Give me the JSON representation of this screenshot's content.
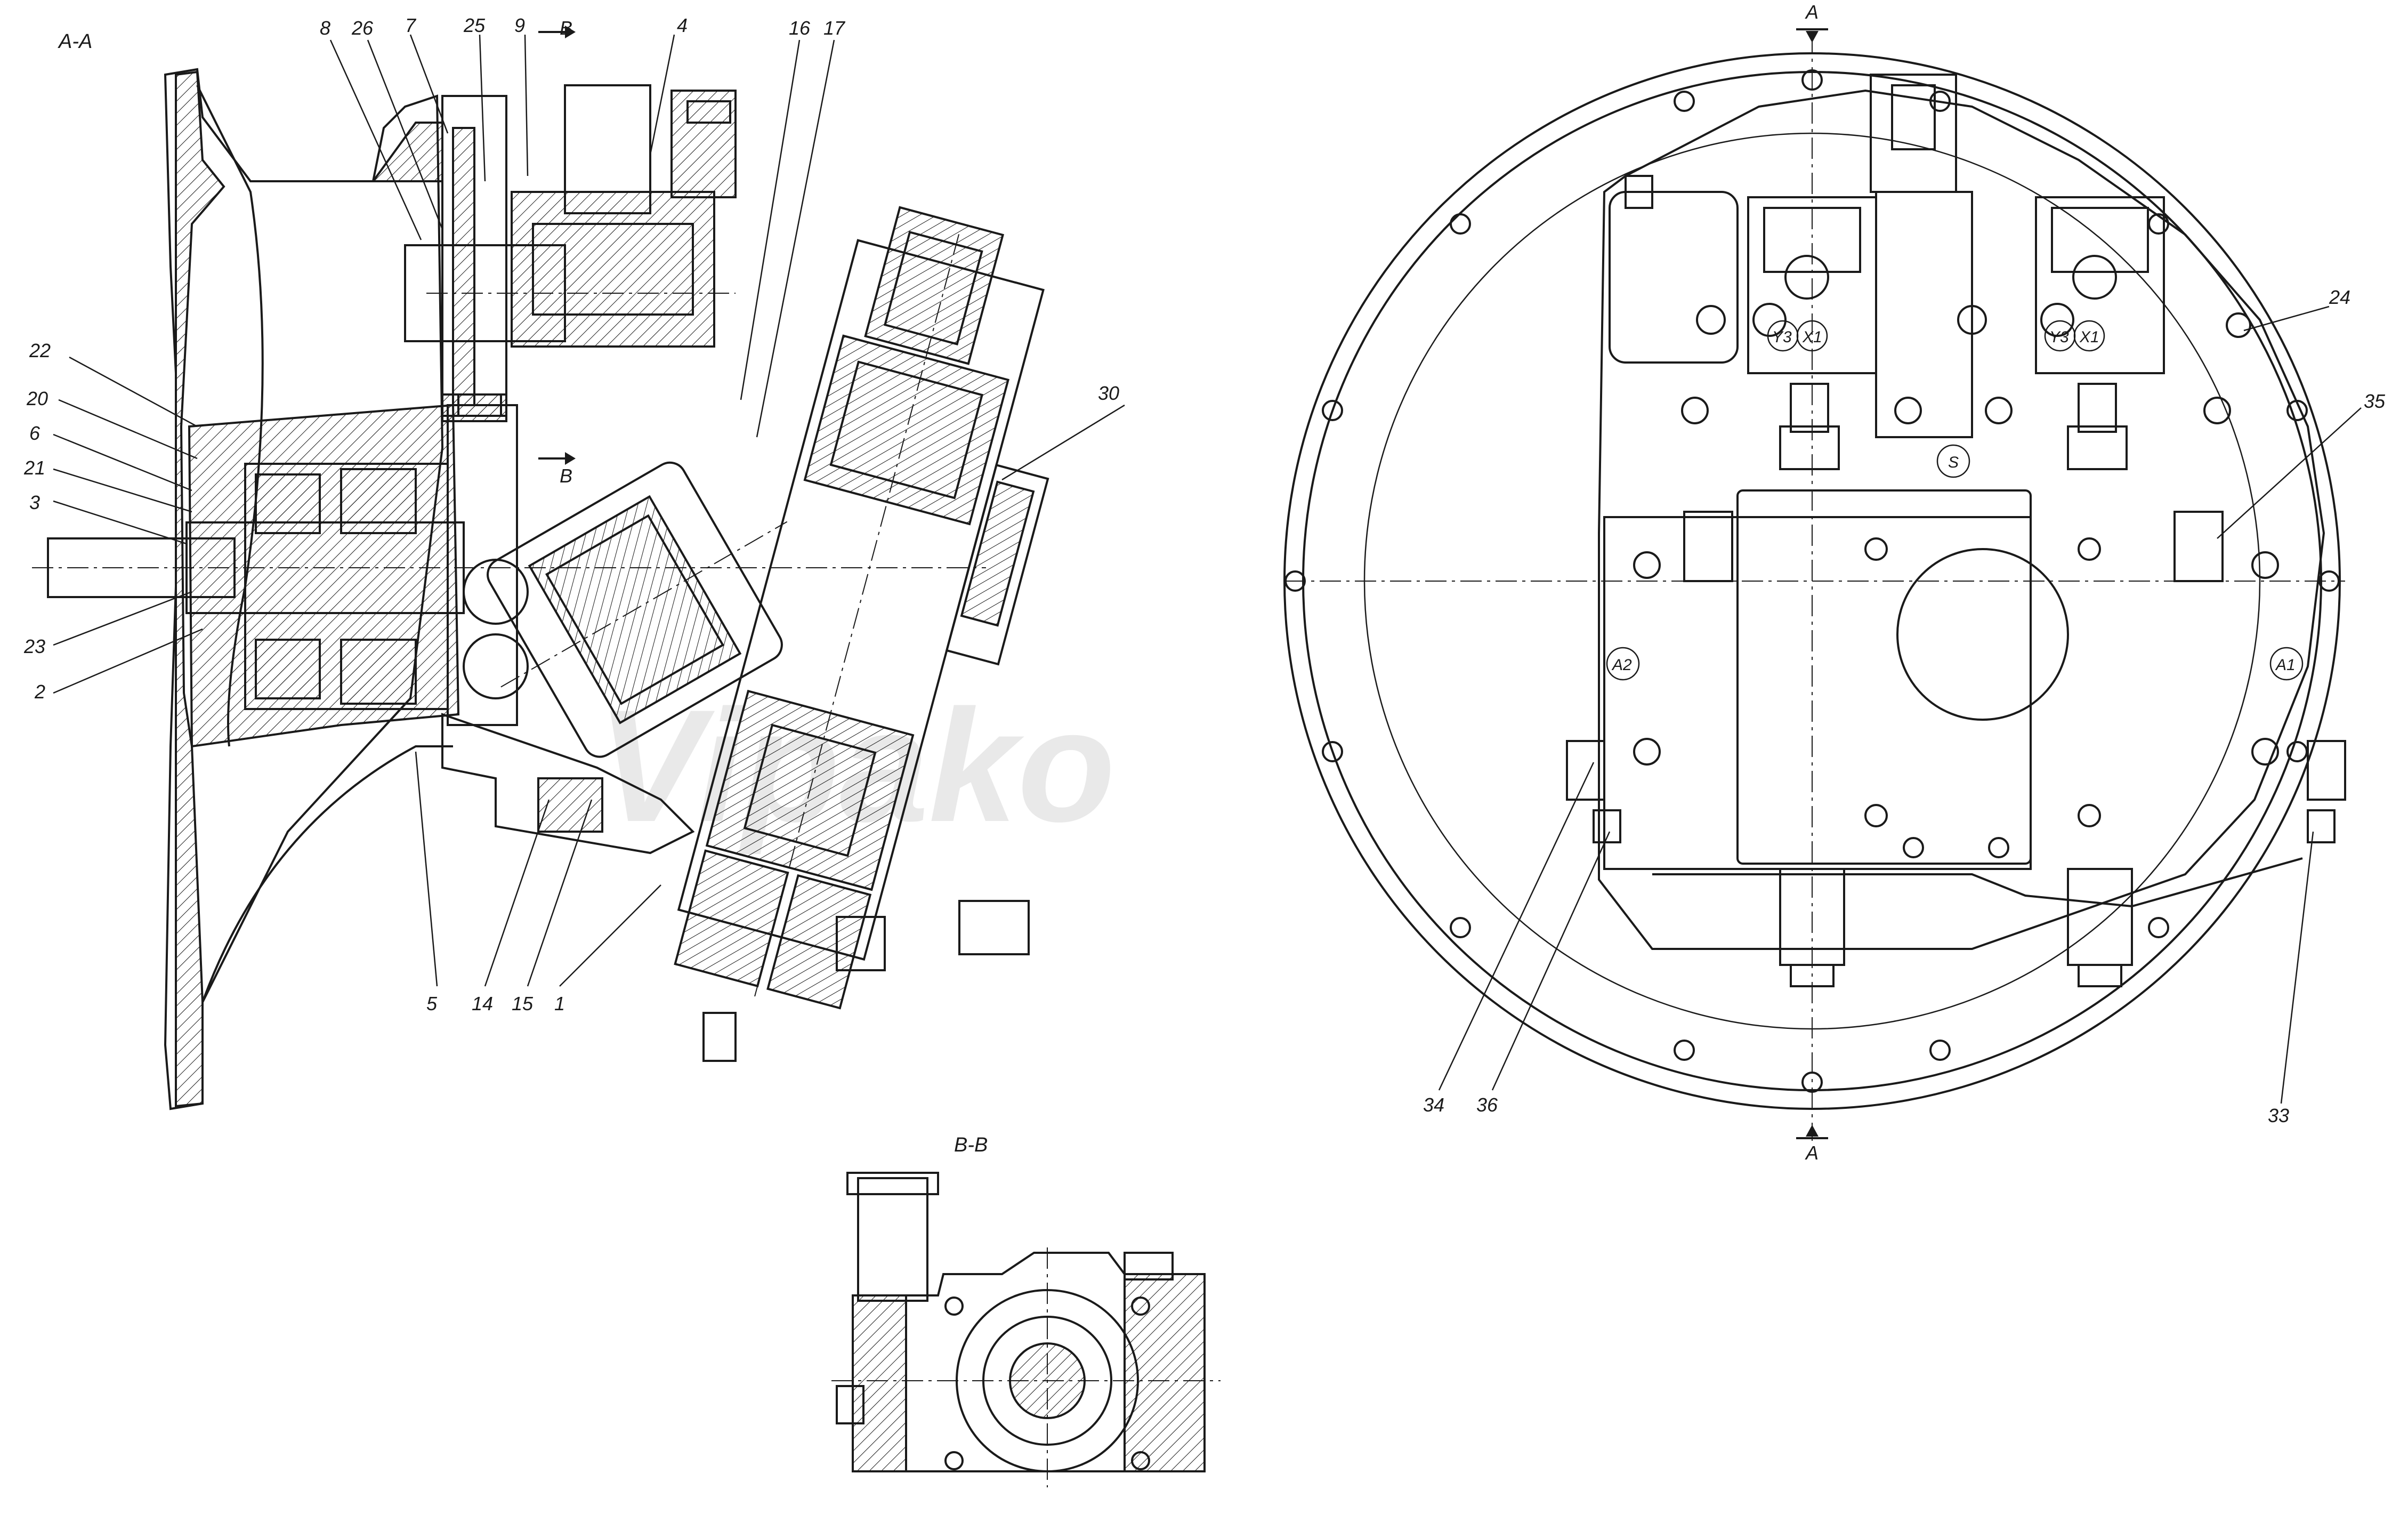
{
  "sections": {
    "aa": "A-A",
    "bb": "B-B",
    "cut_a": "A",
    "cut_b": "B"
  },
  "watermark": "Vipako",
  "callouts_left": {
    "p8": "8",
    "p26": "26",
    "p7": "7",
    "p25": "25",
    "p9": "9",
    "p4": "4",
    "p16": "16",
    "p17": "17",
    "p30": "30",
    "p22": "22",
    "p20": "20",
    "p6": "6",
    "p21": "21",
    "p3": "3",
    "p23": "23",
    "p2": "2",
    "p5": "5",
    "p14": "14",
    "p15": "15",
    "p1": "1"
  },
  "callouts_right": {
    "p24": "24",
    "p35": "35",
    "p34": "34",
    "p36": "36",
    "p33": "33"
  },
  "port_labels": {
    "y3_left": "Y3",
    "x1_left": "X1",
    "y3_right": "Y3",
    "x1_right": "X1",
    "s": "S",
    "a2": "A2",
    "a1": "A1"
  },
  "colors": {
    "ink": "#1a1a1a",
    "paper": "#ffffff",
    "watermark": "#e9e9e9"
  }
}
